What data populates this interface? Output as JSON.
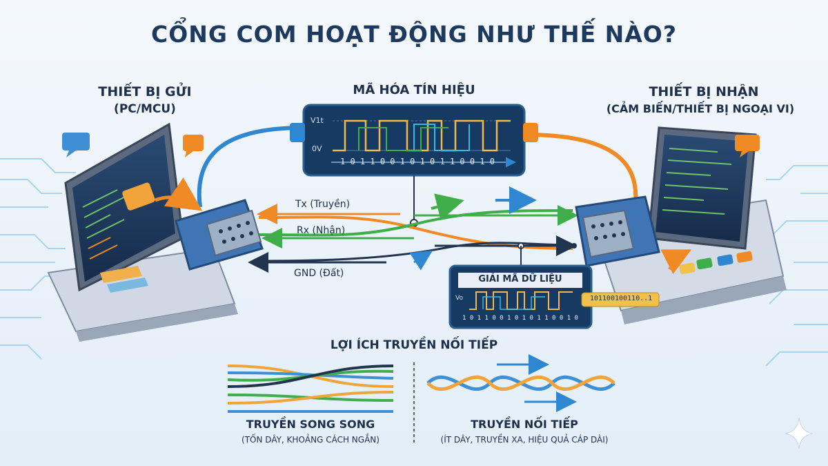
{
  "title": "CỔNG COM HOẠT ĐỘNG NHƯ THẾ NÀO?",
  "sender": {
    "label": "THIẾT BỊ GỬI",
    "sub": "(PC/MCU)"
  },
  "receiver": {
    "label": "THIẾT BỊ NHẬN",
    "sub": "(CẢM BIẾN/THIẾT BỊ NGOẠI VI)"
  },
  "encode": {
    "label": "MÃ HÓA TÍN HIỆU",
    "high": "V1t",
    "low": "0V",
    "bits": "1 0 1 1 0 0 1 0 1 0 1 1 0 0 1 0"
  },
  "wires": {
    "tx": "Tx (Truyền)",
    "rx": "Rx (Nhận)",
    "gnd": "GND (Đất)"
  },
  "decode": {
    "label": "GIẢI MÃ DỮ LIỆU",
    "v": "Vo",
    "bits": "1 0 1 1 0 0 1 0 1 0 1 1 0 0 1 0",
    "output": "101100100110..1"
  },
  "benefits": {
    "heading": "LỢI ÍCH TRUYỀN NỐI TIẾP",
    "parallel": {
      "label": "TRUYỀN SONG SONG",
      "sub": "(TỐN DÂY, KHOẢNG CÁCH NGẮN)"
    },
    "serial": {
      "label": "TRUYỀN NỐI TIẾP",
      "sub": "(ÍT DÂY, TRUYỀN XA, HIỆU QUẢ CÁP DÀI)"
    }
  },
  "colors": {
    "tx": "#f08a24",
    "rx": "#3fae4a",
    "gnd": "#23344f",
    "blue": "#2f86d1",
    "panel": "#173a63"
  }
}
